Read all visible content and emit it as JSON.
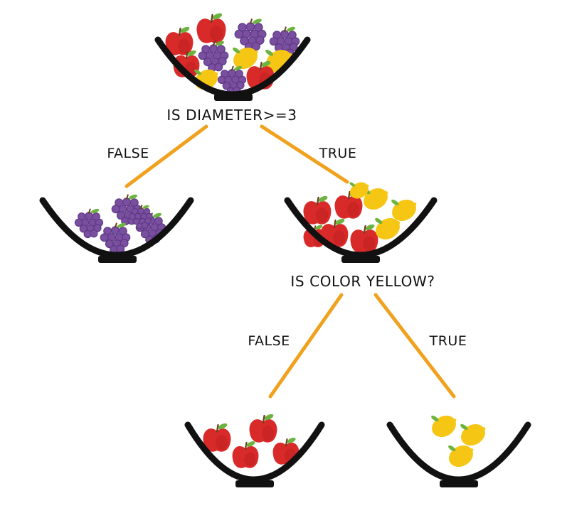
{
  "root": {
    "question": "IS DIAMETER>=3"
  },
  "split_root": {
    "false_label": "FALSE",
    "true_label": "TRUE"
  },
  "node_right": {
    "question": "IS COLOR YELLOW?"
  },
  "split_right": {
    "false_label": "FALSE",
    "true_label": "TRUE"
  },
  "colors": {
    "edge": "#F0A21E",
    "bowl": "#111111",
    "apple": "#D92A2A",
    "apple_shade": "#B81C1C",
    "lemon": "#F6C615",
    "grape": "#7A4FA0",
    "grape_shade": "#5E3A86",
    "leaf": "#6DB33F",
    "stem": "#6B3E1E"
  },
  "bowls": [
    {
      "id": "root",
      "contents": [
        "apple",
        "apple",
        "apple",
        "grape",
        "grape",
        "lemon",
        "lemon",
        "lemon",
        "apple",
        "grape"
      ]
    },
    {
      "id": "left",
      "contents": [
        "grape",
        "grape",
        "grape",
        "grape",
        "grape"
      ]
    },
    {
      "id": "right",
      "contents": [
        "apple",
        "apple",
        "apple",
        "apple",
        "apple",
        "lemon",
        "lemon",
        "lemon",
        "lemon"
      ]
    },
    {
      "id": "bottom-left",
      "contents": [
        "apple",
        "apple",
        "apple",
        "apple"
      ]
    },
    {
      "id": "bottom-right",
      "contents": [
        "lemon",
        "lemon",
        "lemon"
      ]
    }
  ]
}
